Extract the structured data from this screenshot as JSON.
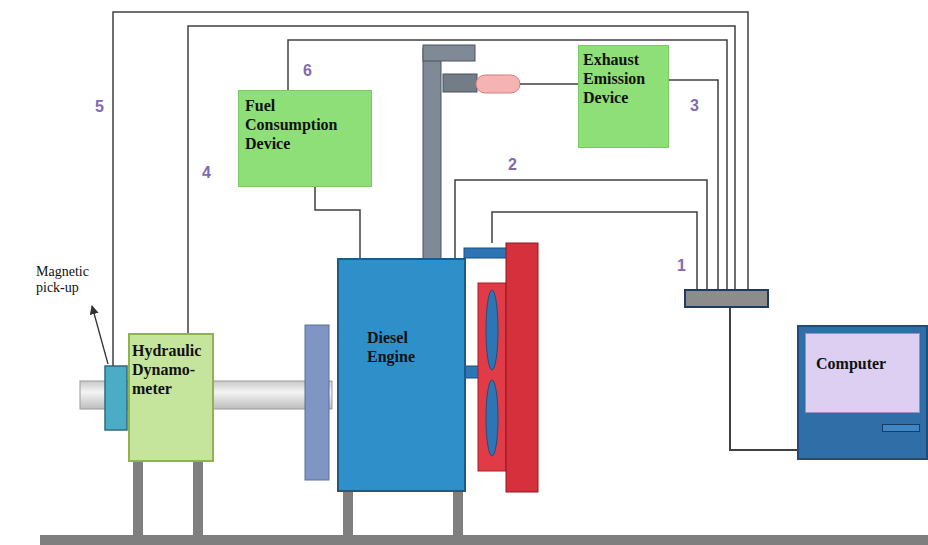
{
  "diagram": {
    "nodes": [
      {
        "text": [
          "Fuel Consumption Device"
        ]
      },
      {
        "text": [
          "Exhaust Emission Device"
        ]
      },
      {
        "text": [
          "Hydraulic Dynamo- meter"
        ]
      },
      {
        "text": [
          "Diesel Engine"
        ]
      },
      {
        "text": [
          "Computer"
        ]
      }
    ],
    "edges": [
      {
        "from": 0,
        "to": 3,
        "arrow": "none"
      },
      {
        "from": 3,
        "to": 4,
        "arrow": "none"
      },
      {
        "from": 1,
        "to": 4,
        "arrow": "none"
      },
      {
        "from": 2,
        "to": 4,
        "arrow": "none"
      },
      {
        "from": 0,
        "to": 4,
        "arrow": "none"
      }
    ],
    "labels": [
      "Magnetic pick-up",
      "5",
      "4",
      "6",
      "3",
      "2",
      "1"
    ]
  }
}
